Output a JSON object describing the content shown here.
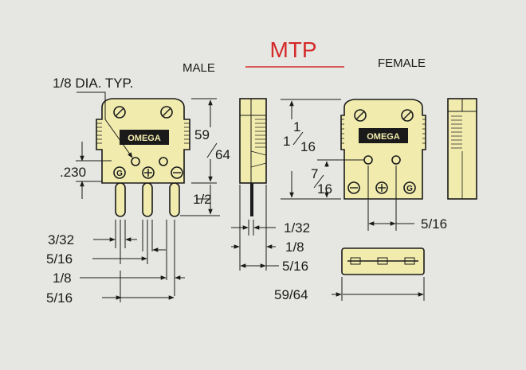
{
  "title": "MTP",
  "accent_color": "#d42a2a",
  "body_color": "#f1ecae",
  "headings": {
    "male": "MALE",
    "female": "FEMALE"
  },
  "brand": "OMEGA",
  "pin_symbols": {
    "negative": "⊖",
    "positive": "⊕",
    "ground": "G"
  },
  "dimensions": {
    "dia_typ": "1/8 DIA. TYP.",
    "d230": ".230",
    "d59_64_num": "59",
    "d59_64_den": "64",
    "d1_half": "1/2",
    "d1_1_16_whole": "1",
    "d1_1_16_num": "1",
    "d1_1_16_den": "16",
    "d7_16_num": "7",
    "d7_16_den": "16",
    "d5_16_female": "5/16",
    "d1_32": "1/32",
    "d1_8_side": "1/8",
    "d5_16_side": "5/16",
    "d59_64_bottom": "59/64",
    "d3_32": "3/32",
    "d5_16_a": "5/16",
    "d1_8_left": "1/8",
    "d5_16_b": "5/16"
  }
}
